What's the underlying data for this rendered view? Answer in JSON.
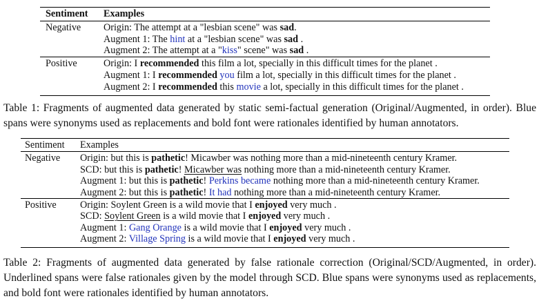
{
  "table1": {
    "headers": [
      "Sentiment",
      "Examples"
    ],
    "groups": [
      {
        "sentiment": "Negative",
        "rows": [
          [
            {
              "t": "Origin: The attempt at a \"lesbian scene\" was "
            },
            {
              "t": "sad",
              "s": "b"
            },
            {
              "t": "."
            }
          ],
          [
            {
              "t": "Augment 1: The "
            },
            {
              "t": "hint",
              "s": "blue"
            },
            {
              "t": " at a \"lesbian scene\" was "
            },
            {
              "t": "sad",
              "s": "b"
            },
            {
              "t": " ."
            }
          ],
          [
            {
              "t": "Augment 2: The attempt at a \""
            },
            {
              "t": "kiss",
              "s": "blue"
            },
            {
              "t": "\" scene\" was "
            },
            {
              "t": "sad",
              "s": "b"
            },
            {
              "t": " ."
            }
          ]
        ]
      },
      {
        "sentiment": "Positive",
        "rows": [
          [
            {
              "t": "Origin: I "
            },
            {
              "t": "recommended",
              "s": "b"
            },
            {
              "t": " this film a lot, specially in this difficult times for the planet ."
            }
          ],
          [
            {
              "t": "Augment 1: I "
            },
            {
              "t": "recommended",
              "s": "b"
            },
            {
              "t": " "
            },
            {
              "t": "you",
              "s": "blue"
            },
            {
              "t": " film a lot, specially in this difficult times for the planet ."
            }
          ],
          [
            {
              "t": "Augment 2: I "
            },
            {
              "t": "recommended",
              "s": "b"
            },
            {
              "t": " this "
            },
            {
              "t": "movie",
              "s": "blue"
            },
            {
              "t": " a lot, specially in this difficult times for the planet ."
            }
          ]
        ]
      }
    ]
  },
  "caption1": "Table 1: Fragments of augmented data generated by static semi-factual generation (Original/Augmented, in order). Blue spans were synonyms used as replacements and bold font were rationales identified by human annotators.",
  "table2": {
    "headers": [
      "Sentiment",
      "Examples"
    ],
    "groups": [
      {
        "sentiment": "Negative",
        "rows": [
          [
            {
              "t": "Origin: but this is "
            },
            {
              "t": "pathetic",
              "s": "b"
            },
            {
              "t": "! Micawber was nothing more than a mid-nineteenth century Kramer."
            }
          ],
          [
            {
              "t": "SCD: but this is "
            },
            {
              "t": "pathetic",
              "s": "b"
            },
            {
              "t": "! "
            },
            {
              "t": "Micawber was",
              "s": "u"
            },
            {
              "t": " nothing more than a mid-nineteenth century Kramer."
            }
          ],
          [
            {
              "t": "Augment 1: but this is "
            },
            {
              "t": "pathetic",
              "s": "b"
            },
            {
              "t": "! "
            },
            {
              "t": "Perkins became",
              "s": "blue"
            },
            {
              "t": " nothing more than a mid-nineteenth century Kramer."
            }
          ],
          [
            {
              "t": "Augment 2: but this is "
            },
            {
              "t": "pathetic",
              "s": "b"
            },
            {
              "t": "! "
            },
            {
              "t": "It had",
              "s": "blue"
            },
            {
              "t": " nothing more than a mid-nineteenth century Kramer."
            }
          ]
        ]
      },
      {
        "sentiment": "Positive",
        "rows": [
          [
            {
              "t": "Origin: Soylent Green is a wild movie that I "
            },
            {
              "t": "enjoyed",
              "s": "b"
            },
            {
              "t": " very much ."
            }
          ],
          [
            {
              "t": "SCD: "
            },
            {
              "t": "Soylent Green",
              "s": "u"
            },
            {
              "t": " is a wild movie that I "
            },
            {
              "t": "enjoyed",
              "s": "b"
            },
            {
              "t": " very much ."
            }
          ],
          [
            {
              "t": "Augment 1: "
            },
            {
              "t": "Gang Orange",
              "s": "blue"
            },
            {
              "t": " is a wild movie that I "
            },
            {
              "t": "enjoyed",
              "s": "b"
            },
            {
              "t": " very much ."
            }
          ],
          [
            {
              "t": "Augment 2: "
            },
            {
              "t": "Village Spring",
              "s": "blue"
            },
            {
              "t": " is a wild movie that I "
            },
            {
              "t": "enjoyed",
              "s": "b"
            },
            {
              "t": " very much ."
            }
          ]
        ]
      }
    ]
  },
  "caption2": "Table 2: Fragments of augmented data generated by false rationale correction (Original/SCD/Augmented, in order). Underlined spans were false rationales given by the model through SCD. Blue spans were synonyms used as replacements, and bold font were rationales identified by human annotators.",
  "colors": {
    "replacement_blue": "#2233bb"
  }
}
